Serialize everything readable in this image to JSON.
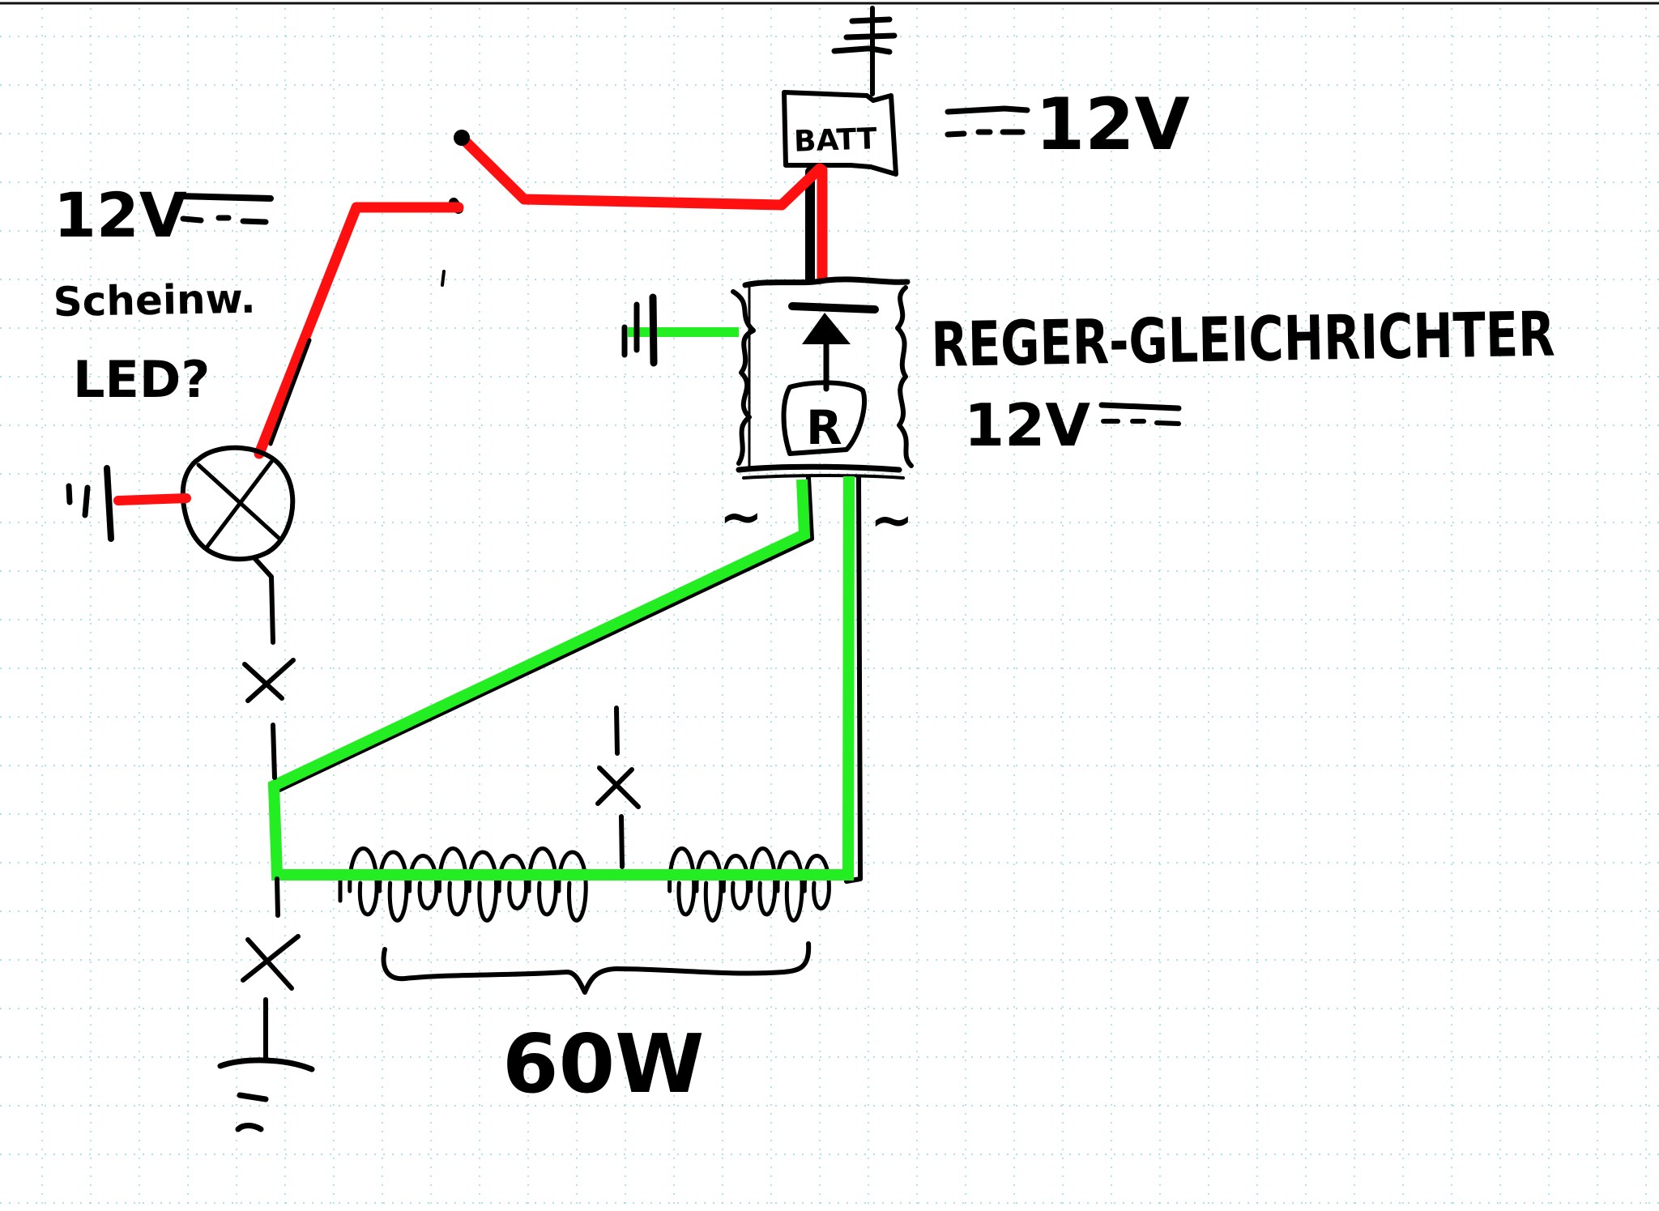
{
  "page": {
    "kind": "hand-drawn circuit sketch on grid paper",
    "colors": {
      "paper": "#ffffff",
      "grid": "#8fd8dc",
      "ink": "#000000",
      "positive_wire": "#ff1010",
      "ac_wire": "#22ee22"
    }
  },
  "labels": {
    "battery_box": "BATT",
    "battery_voltage": "12V",
    "battery_dc_symbol": "⎓",
    "left_voltage": "12V",
    "left_dc_symbol": "⎓",
    "headlight_line1": "Scheinw.",
    "headlight_line2": "LED?",
    "regulator_name": "REGER-GLEICHRICHTER",
    "regulator_voltage": "12V",
    "regulator_dc_symbol": "⎓",
    "regulator_inner_letter": "R",
    "ac_input_left": "~",
    "ac_input_right": "~",
    "coil_power": "60W",
    "break_mark": "×"
  },
  "components": [
    {
      "id": "battery",
      "label": "BATT"
    },
    {
      "id": "main-switch",
      "label": ""
    },
    {
      "id": "headlight-lamp",
      "label": "Scheinw. LED?"
    },
    {
      "id": "regulator-rectifier",
      "label": "REGER-GLEICHRICHTER"
    },
    {
      "id": "stator-coils",
      "label": "60W"
    }
  ]
}
